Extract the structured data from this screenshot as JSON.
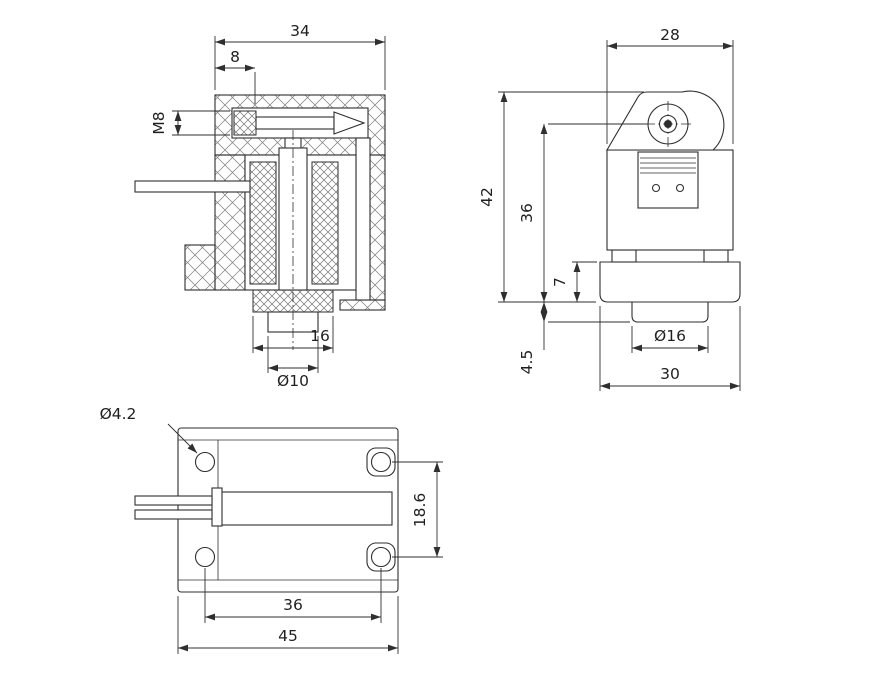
{
  "colors": {
    "background": "#ffffff",
    "line": "#2f2f2f"
  },
  "section_view": {
    "dims": {
      "overall_width": "34",
      "thread_offset": "8",
      "thread_size": "M8",
      "bottom_boss_width": "16",
      "plunger_diameter": "Ø10"
    }
  },
  "side_view": {
    "dims": {
      "body_width": "28",
      "overall_height": "42",
      "body_height": "36",
      "base_height": "7",
      "boss_height": "4.5",
      "boss_diameter": "Ø16",
      "base_width": "30"
    }
  },
  "top_view": {
    "dims": {
      "mounting_hole_diameter": "Ø4.2",
      "hole_spacing_vertical": "18.6",
      "hole_spacing_horizontal": "36",
      "overall_width": "45"
    }
  }
}
